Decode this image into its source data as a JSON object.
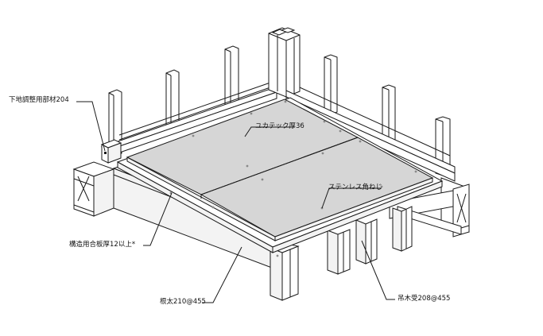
{
  "colors": {
    "line": "#1a1a1a",
    "panel_fill": "#d6d6d6",
    "panel_edge": "#bdbdbd",
    "wood_fill": "#ffffff",
    "background": "#ffffff"
  },
  "labels": {
    "base_adjust": "下地調整用部材204",
    "yukatekku": "ユカテック厚36",
    "stainless": "ステンレス角ねじ",
    "plywood": "構造用合板厚12以上*",
    "neda": "根太210@455",
    "tsurigiuke": "吊木受208@455"
  }
}
